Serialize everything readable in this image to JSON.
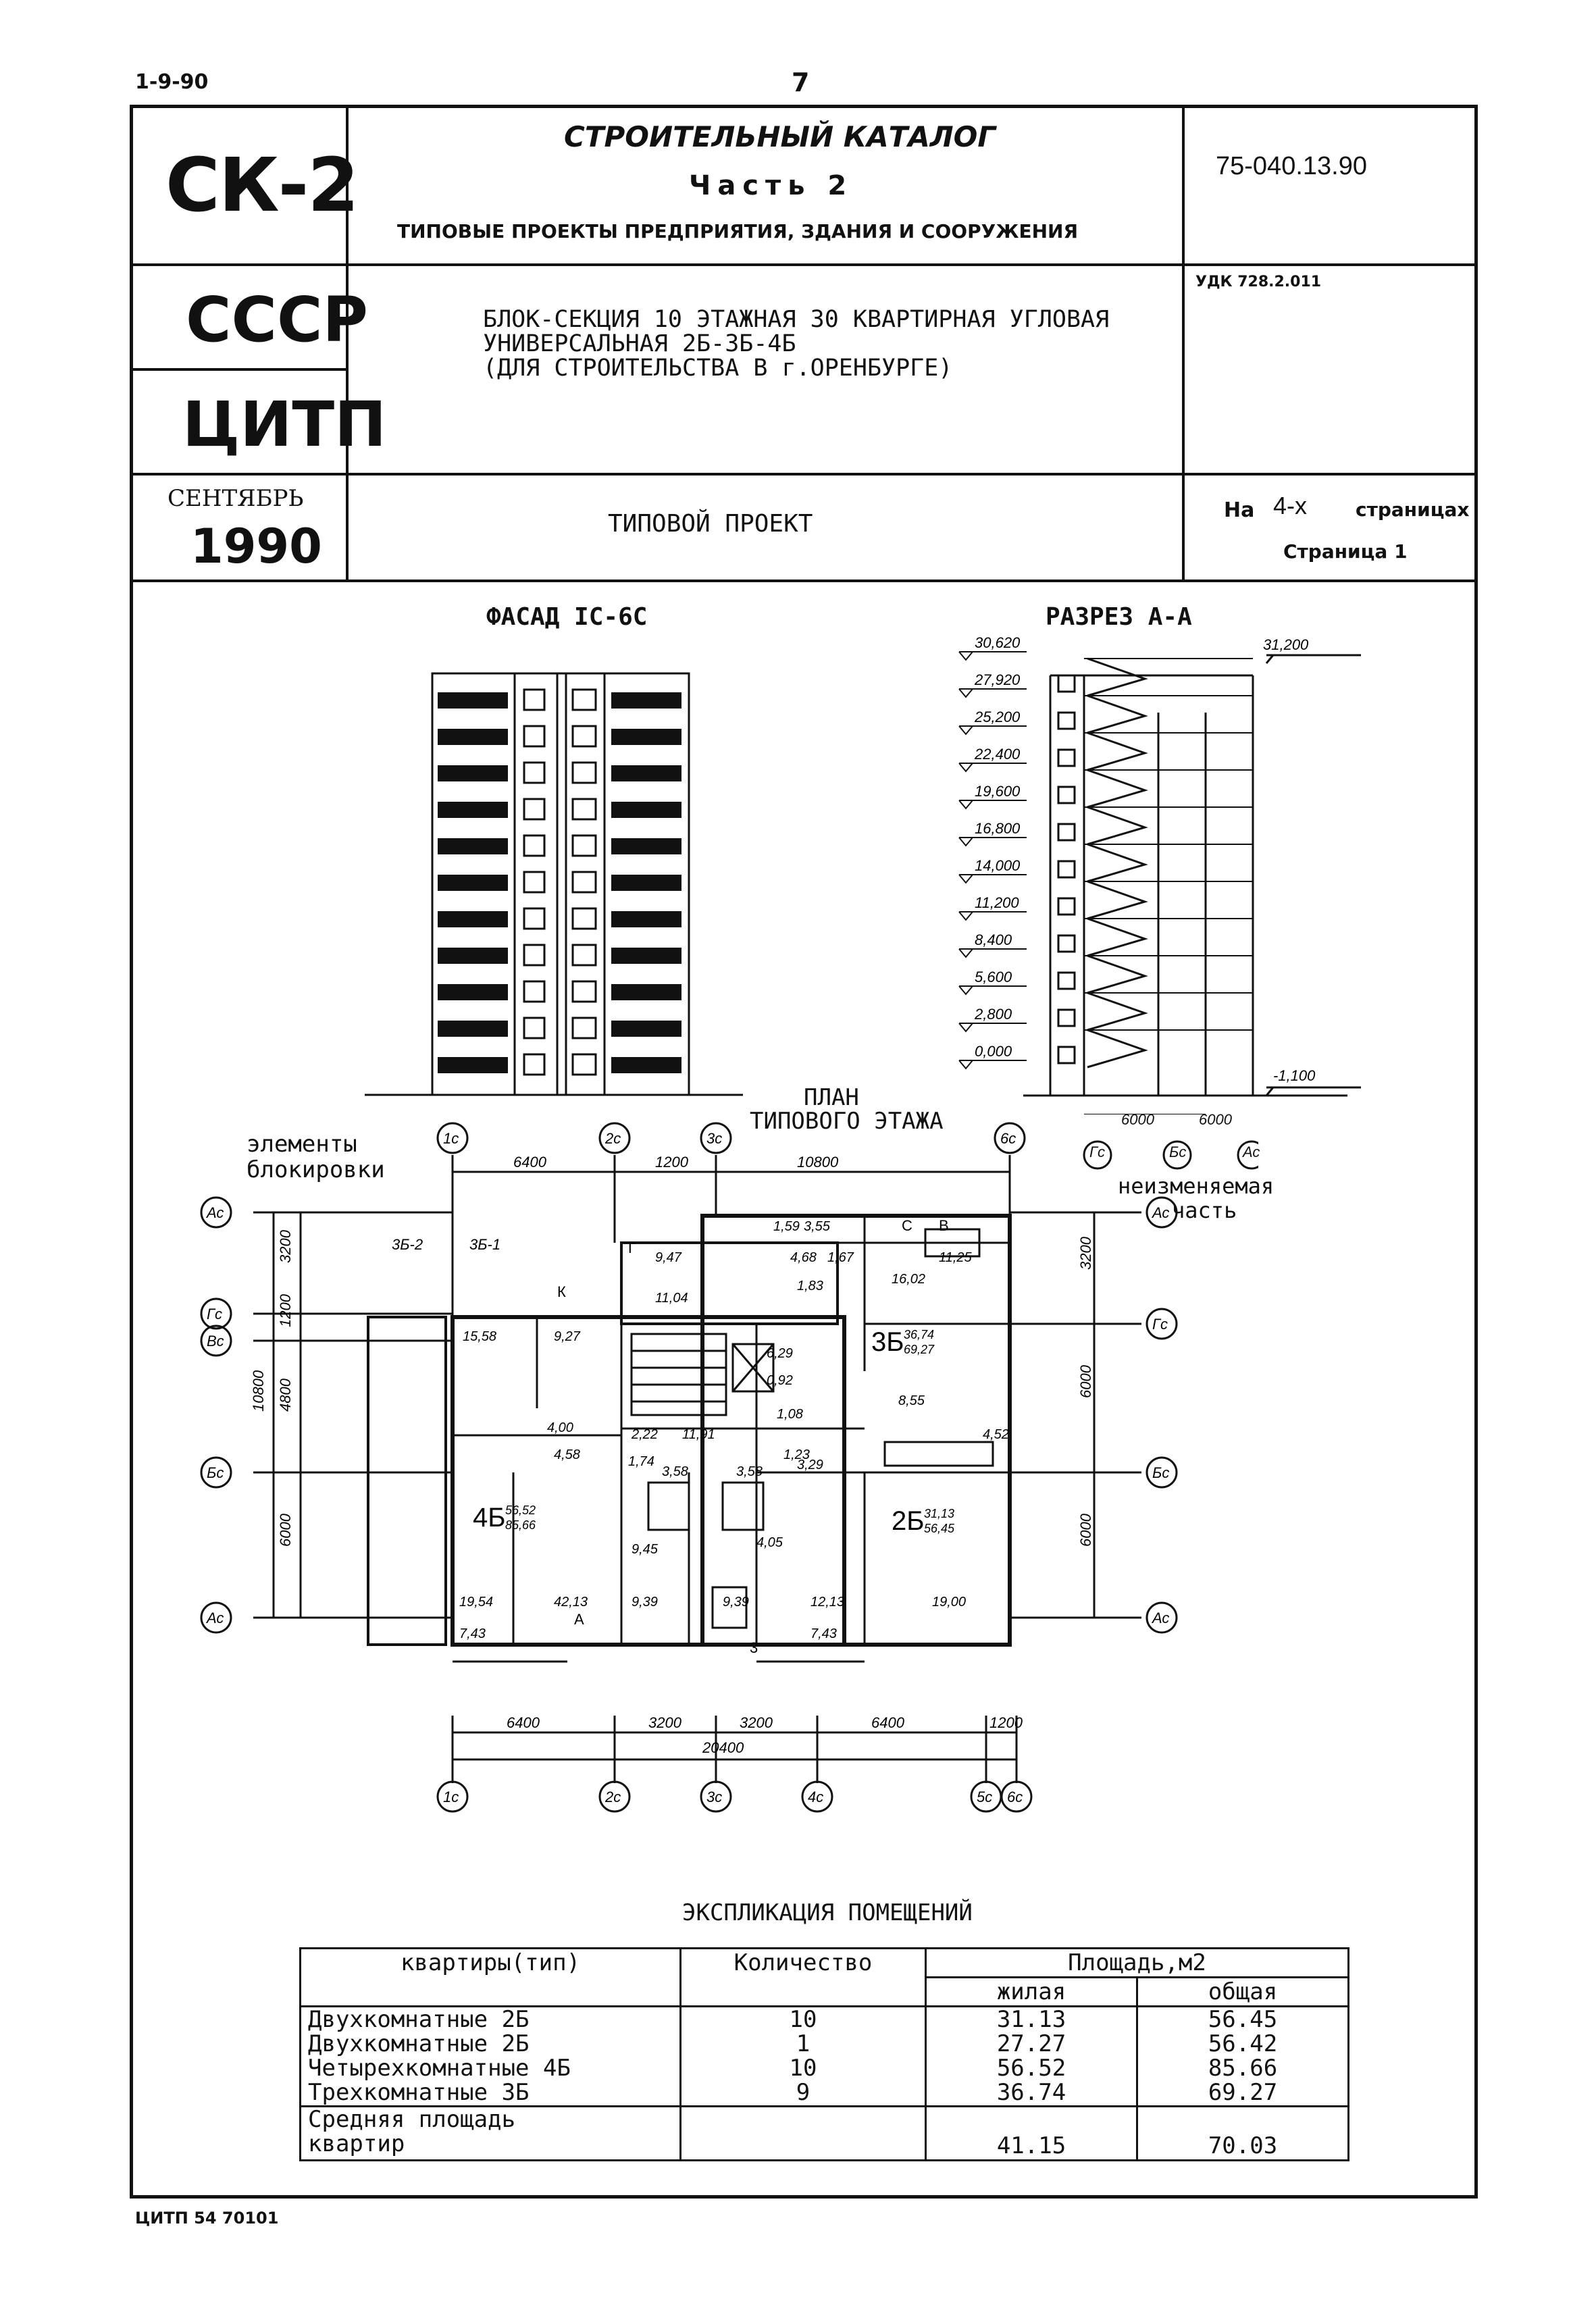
{
  "page": {
    "corner_code": "1-9-90",
    "page_number": "7",
    "footer_code": "ЦИТП 54 70101"
  },
  "header": {
    "logo_text": "СК-2",
    "catalog_title": "СТРОИТЕЛЬНЫЙ КАТАЛОГ",
    "part": "Часть 2",
    "section": "ТИПОВЫЕ ПРОЕКТЫ ПРЕДПРИЯТИЯ, ЗДАНИЯ И СООРУЖЕНИЯ",
    "doc_number": "75-040.13.90",
    "country": "СССР",
    "org": "ЦИТП",
    "udk": "УДК 728.2.011",
    "description_line1": "БЛОК-СЕКЦИЯ 10 ЭТАЖНАЯ 30 КВАРТИРНАЯ УГЛОВАЯ",
    "description_line2": "УНИВЕРСАЛЬНАЯ 2Б-3Б-4Б",
    "description_line3": "(ДЛЯ СТРОИТЕЛЬСТВА В г.ОРЕНБУРГЕ)",
    "month": "СЕНТЯБРЬ",
    "year": "1990",
    "project_type": "ТИПОВОЙ ПРОЕКТ",
    "pages_prefix": "На",
    "pages_count": "4-х",
    "pages_suffix": "страницах",
    "page_label": "Страница 1"
  },
  "drawings": {
    "facade_title": "ФАСАД IC-6C",
    "section_title": "РАЗРЕЗ А-А",
    "plan_title_1": "ПЛАН",
    "plan_title_2": "ТИПОВОГО ЭТАЖА",
    "blocking_elements_1": "элементы",
    "blocking_elements_2": "блокировки",
    "unchanged_part_1": "неизменяемая",
    "unchanged_part_2": "часть",
    "elevations": [
      "30,620",
      "27,920",
      "25,200",
      "22,400",
      "19,600",
      "16,800",
      "14,000",
      "11,200",
      "8,400",
      "5,600",
      "2,800",
      "0,000"
    ],
    "top_elevation": "31,200",
    "bottom_elevation": "-1,100",
    "section_dims": [
      "6000",
      "6000"
    ],
    "section_axes": [
      "Гс",
      "Бс",
      "Ас"
    ],
    "plan_top_axes": [
      "1с",
      "2с",
      "3с",
      "6с"
    ],
    "plan_top_dims": [
      "6400",
      "1200",
      "10800"
    ],
    "plan_bottom_axes": [
      "1с",
      "2с",
      "3с",
      "4с",
      "5с",
      "6с"
    ],
    "plan_bottom_dims": [
      "6400",
      "3200",
      "3200",
      "6400",
      "1200"
    ],
    "plan_bottom_total": "20400",
    "plan_left_axes": [
      "Ас",
      "Гс",
      "Вс",
      "Бс",
      "Ас"
    ],
    "plan_left_dims": [
      "3200",
      "1200",
      "4800",
      "6000"
    ],
    "plan_left_total": "10800",
    "plan_right_axes": [
      "Ас",
      "Гс",
      "Бс",
      "Ас"
    ],
    "plan_right_dims": [
      "3200",
      "6000",
      "6000"
    ],
    "plan_block_labels": [
      "3Б-2",
      "3Б-1"
    ],
    "apartments": [
      {
        "type": "4Б",
        "living": "56,52",
        "total": "85,66"
      },
      {
        "type": "3Б",
        "living": "36,74",
        "total": "69,27"
      },
      {
        "type": "2Б",
        "living": "31,13",
        "total": "56,45"
      }
    ],
    "room_areas": [
      "15,58",
      "9,27",
      "4,00",
      "4,58",
      "19,54",
      "42,13",
      "9,39",
      "9,39",
      "12,13",
      "19,00",
      "7,43",
      "7,43",
      "11,04",
      "11,91",
      "9,47",
      "11,25",
      "4,68",
      "1,67",
      "16,02",
      "1,83",
      "6,29",
      "0,92",
      "8,55",
      "1,08",
      "4,52",
      "3,29",
      "4,05",
      "1,74",
      "3,58",
      "3,58",
      "1,23",
      "2,22",
      "9,45",
      "1,59",
      "3,55"
    ],
    "plan_marks": [
      "К",
      "А",
      "Г",
      "С",
      "В",
      "3"
    ]
  },
  "explication": {
    "title": "ЭКСПЛИКАЦИЯ ПОМЕЩЕНИЙ",
    "col_type": "квартиры(тип)",
    "col_count": "Количество",
    "col_area": "Площадь,м2",
    "col_living": "жилая",
    "col_total": "общая",
    "rows": [
      {
        "type": "Двухкомнатные 2Б",
        "count": "10",
        "living": "31.13",
        "total": "56.45"
      },
      {
        "type": "Двухкомнатные 2Б",
        "count": "1",
        "living": "27.27",
        "total": "56.42"
      },
      {
        "type": "Четырехкомнатные 4Б",
        "count": "10",
        "living": "56.52",
        "total": "85.66"
      },
      {
        "type": "Трехкомнатные 3Б",
        "count": "9",
        "living": "36.74",
        "total": "69.27"
      }
    ],
    "avg_label_1": "Средняя площадь",
    "avg_label_2": "квартир",
    "avg_living": "41.15",
    "avg_total": "70.03"
  }
}
